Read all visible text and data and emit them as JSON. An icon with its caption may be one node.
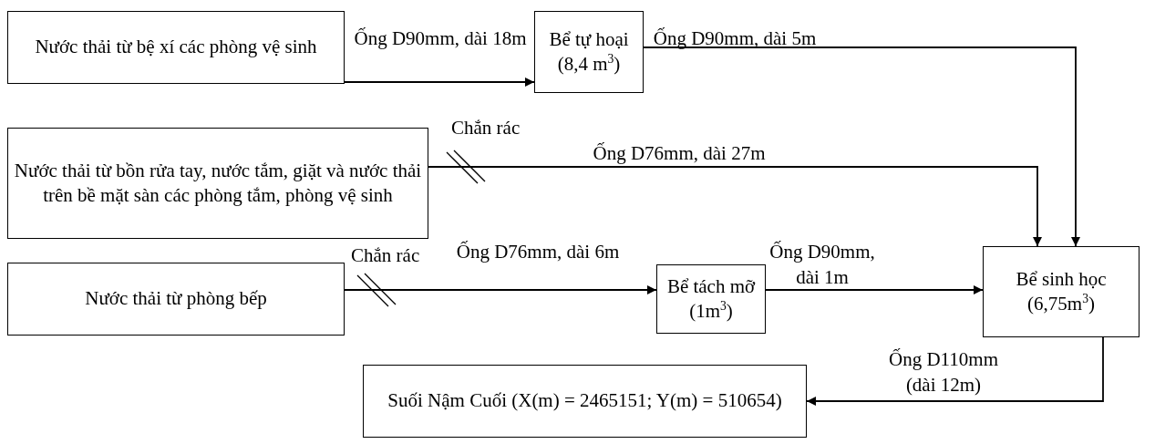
{
  "diagram": {
    "nodes": [
      {
        "text": [
          "Nước thải từ bệ xí các phòng vệ sinh"
        ]
      },
      {
        "text": [
          "Bể tự hoại (8,4 m$^{3}$)"
        ]
      },
      {
        "text": [
          "Nước thải từ bồn rửa tay, nước tắm, giặt và nước thải trên bề mặt sàn các phòng tắm, phòng vệ sinh"
        ]
      },
      {
        "text": [
          "Nước thải từ phòng bếp"
        ]
      },
      {
        "text": [
          "Bể tách mỡ (1m$^{3}$)"
        ]
      },
      {
        "text": [
          "Bể sinh học (6,75m$^{3}$)"
        ]
      },
      {
        "text": [
          "Suối Nậm Cuối (X(m) = 2465151; Y(m) = 510654)"
        ]
      }
    ],
    "edges": [
      {
        "from": 0,
        "to": 1,
        "arrow": "to",
        "label": "Ống D90mm, dài 18m"
      },
      {
        "from": 1,
        "to": 5,
        "arrow": "to",
        "label": "Ống D90mm, dài 5m"
      },
      {
        "from": 2,
        "to": 5,
        "arrow": "to",
        "label": "Ống D76mm, dài 27m"
      },
      {
        "from": 3,
        "to": 4,
        "arrow": "to",
        "label": "Ống D76mm, dài 6m"
      },
      {
        "from": 4,
        "to": 5,
        "arrow": "to",
        "label": "Ống D90mm, dài 1m"
      },
      {
        "from": 5,
        "to": 6,
        "arrow": "to",
        "label": "Ống D110mm (dài 12m)"
      }
    ],
    "labels": [
      "Chắn rác",
      "Chắn rác"
    ]
  }
}
